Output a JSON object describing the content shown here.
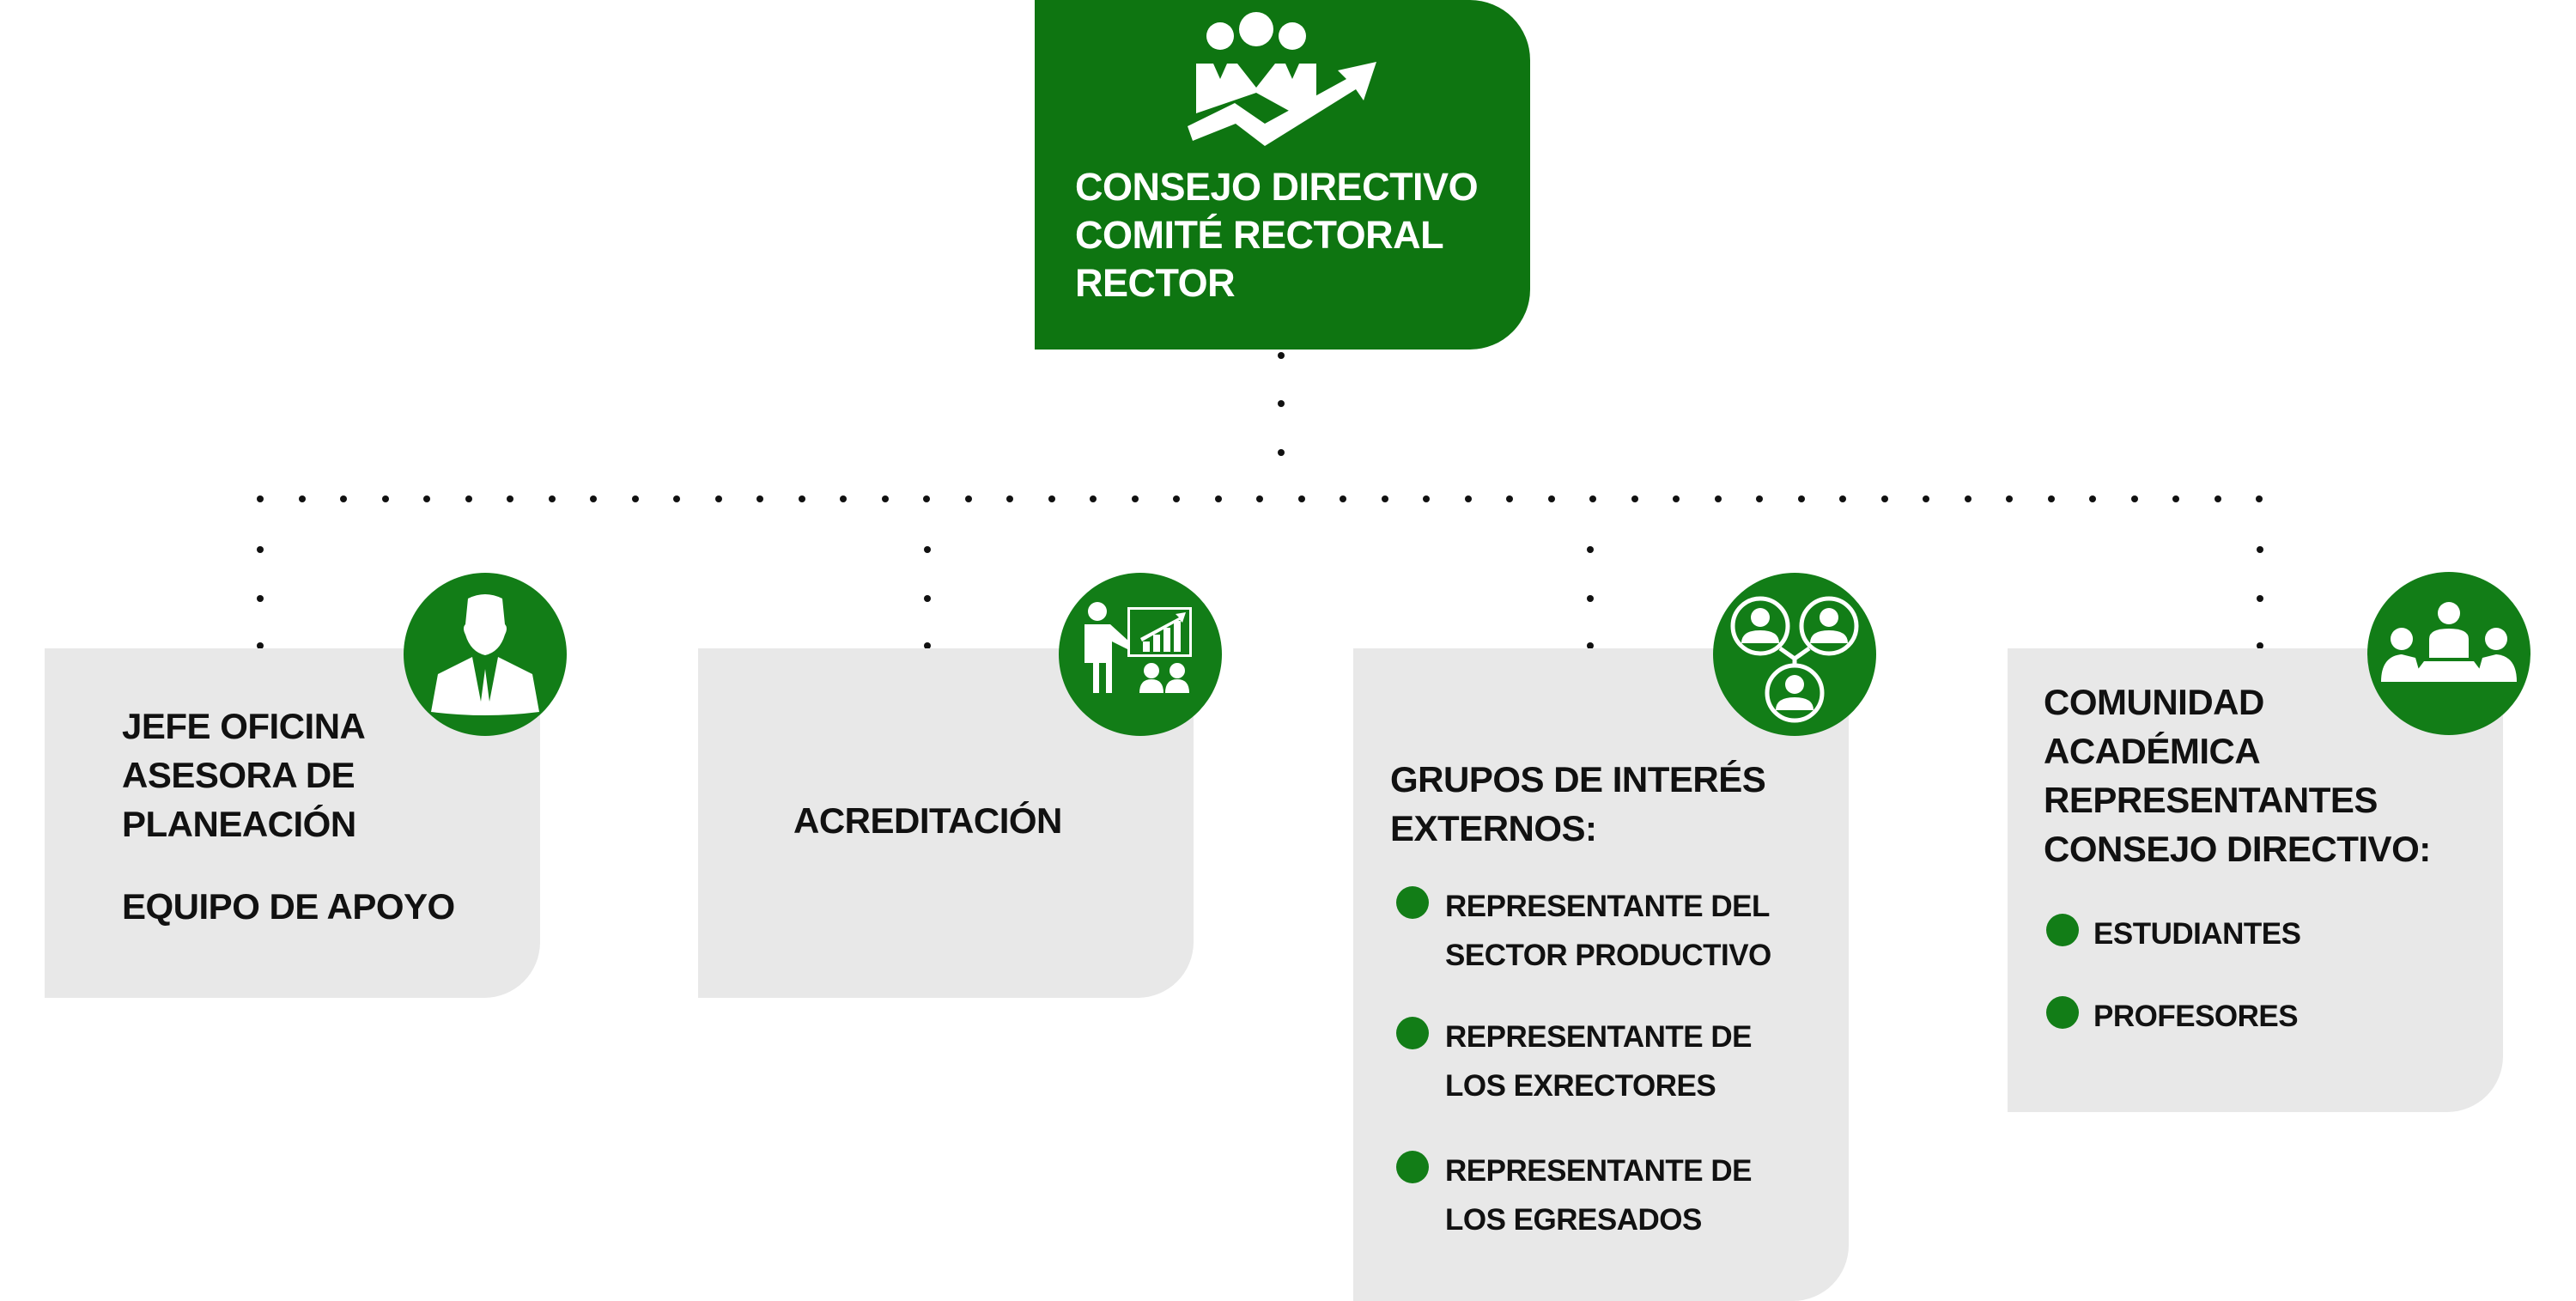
{
  "colors": {
    "primary_green": "#0e7511",
    "badge_green": "#127d17",
    "card_gray": "#e8e8e8",
    "text_dark": "#111111",
    "text_light": "#ffffff"
  },
  "top_node": {
    "icon": "team-growth-arrow-icon",
    "lines": [
      "CONSEJO DIRECTIVO",
      "COMITÉ RECTORAL",
      "RECTOR"
    ]
  },
  "nodes": [
    {
      "icon": "businessman-icon",
      "heading_lines": [
        "JEFE OFICINA",
        "ASESORA DE",
        "PLANEACIÓN"
      ],
      "subheading": "EQUIPO DE APOYO",
      "items": []
    },
    {
      "icon": "presentation-chart-icon",
      "heading_lines": [
        "ACREDITACIÓN"
      ],
      "items": []
    },
    {
      "icon": "network-people-icon",
      "heading_lines": [
        "GRUPOS DE INTERÉS",
        "EXTERNOS:"
      ],
      "items": [
        [
          "REPRESENTANTE DEL",
          "SECTOR PRODUCTIVO"
        ],
        [
          "REPRESENTANTE DE",
          "LOS EXRECTORES"
        ],
        [
          "REPRESENTANTE DE",
          "LOS EGRESADOS"
        ]
      ]
    },
    {
      "icon": "meeting-table-icon",
      "heading_lines": [
        "COMUNIDAD",
        "ACADÉMICA",
        "REPRESENTANTES",
        "CONSEJO DIRECTIVO:"
      ],
      "items": [
        [
          "ESTUDIANTES"
        ],
        [
          "PROFESORES"
        ]
      ]
    }
  ]
}
